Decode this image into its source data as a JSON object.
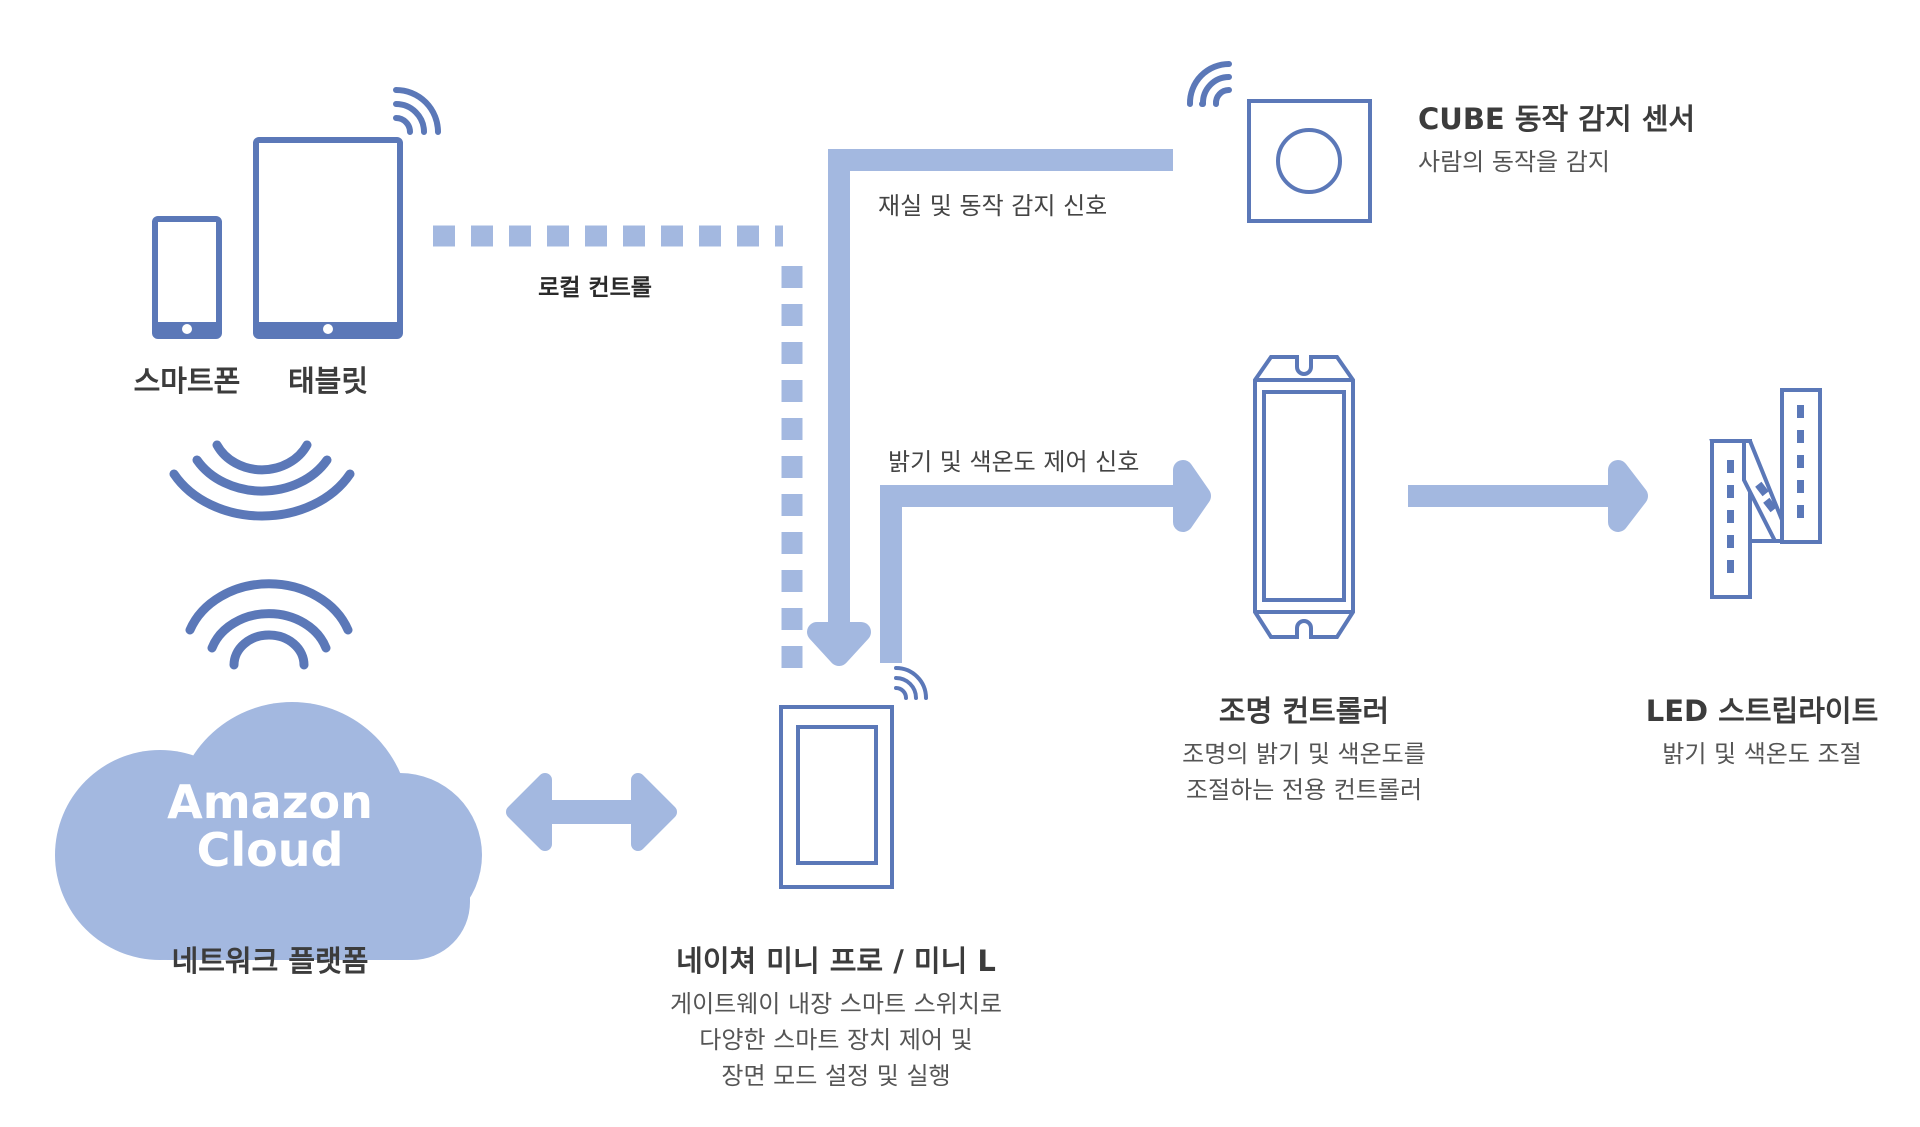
{
  "devices": {
    "smartphone": {
      "title": "스마트폰"
    },
    "tablet": {
      "title": "태블릿"
    },
    "cloud": {
      "logo_line1": "Amazon",
      "logo_line2": "Cloud",
      "title": "네트워크 플랫폼"
    },
    "hub": {
      "title": "네이쳐 미니 프로 / 미니 L",
      "desc": [
        "게이트웨이 내장 스마트 스위치로",
        "다양한 스마트 장치 제어 및",
        "장면 모드 설정 및 실행"
      ]
    },
    "sensor": {
      "title": "CUBE 동작 감지 센서",
      "desc": [
        "사람의 동작을 감지"
      ]
    },
    "controller": {
      "title": "조명 컨트롤러",
      "desc": [
        "조명의 밝기 및 색온도를",
        "조절하는 전용 컨트롤러"
      ]
    },
    "led": {
      "title": "LED 스트립라이트",
      "desc": [
        "밝기 및 색온도 조절"
      ]
    }
  },
  "flows": {
    "local_control": "로컬 컨트롤",
    "motion_signal": "재실 및 동작 감지 신호",
    "brightness_signal": "밝기 및 색온도 제어 신호"
  },
  "colors": {
    "device_stroke": "#5b78b8",
    "arrow_fill": "#a3b8e0",
    "cloud_fill": "#a3b8e0"
  }
}
